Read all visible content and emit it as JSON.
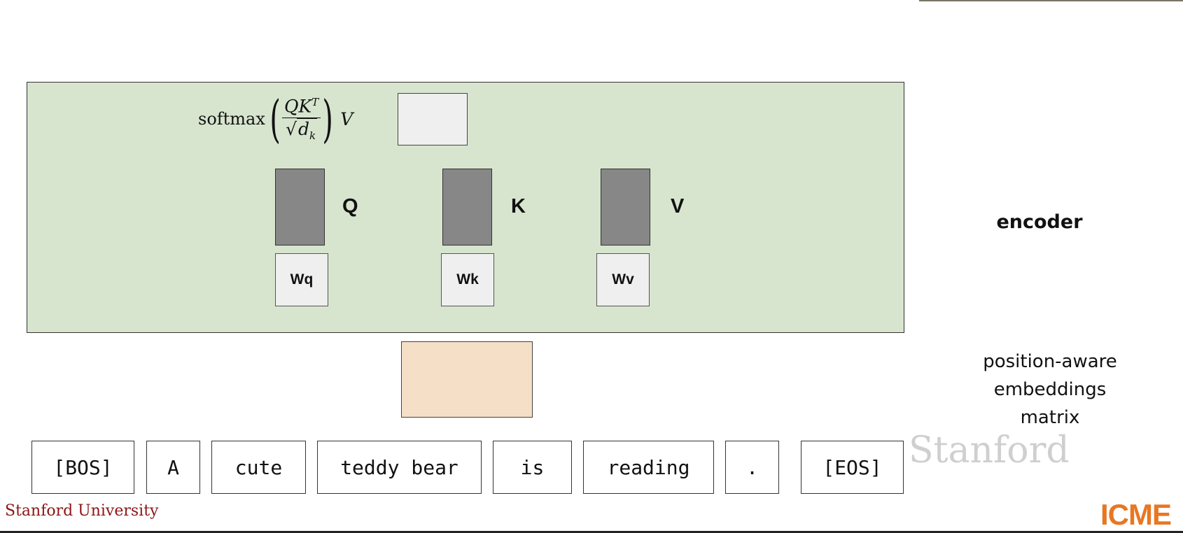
{
  "formula": {
    "function_name": "softmax",
    "numerator_base": "QK",
    "numerator_sup": "T",
    "denominator_base": "d",
    "denominator_sub": "k",
    "trailing": "V"
  },
  "vectors": [
    {
      "label": "Q",
      "weight": "Wq"
    },
    {
      "label": "K",
      "weight": "Wk"
    },
    {
      "label": "V",
      "weight": "Wv"
    }
  ],
  "labels": {
    "encoder": "encoder",
    "embeddings_line1": "position-aware",
    "embeddings_line2": "embeddings",
    "embeddings_line3": "matrix"
  },
  "tokens": [
    "[BOS]",
    "A",
    "cute",
    "teddy bear",
    "is",
    "reading",
    ".",
    "[EOS]"
  ],
  "branding": {
    "watermark": "Stanford",
    "university": "Stanford University",
    "icme": "ICME"
  },
  "colors": {
    "encoder_fill": "#d7e5cf",
    "embedding_fill": "#f5dfc6",
    "qkv_fill": "#878787",
    "stanford_red": "#8c1515",
    "icme_orange": "#e87722"
  }
}
